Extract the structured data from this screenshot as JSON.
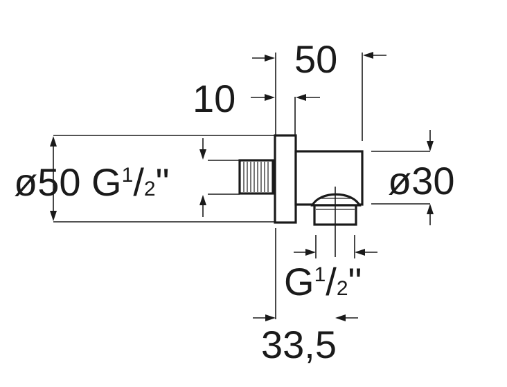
{
  "dimensions": {
    "top_width": "50",
    "flange_thickness": "10",
    "left_diameter_prefix": "ø50 G",
    "left_thread_num": "1",
    "left_thread_rest": "/",
    "left_thread_den": "2",
    "left_thread_quote": "\"",
    "right_diameter": "ø30",
    "outlet_thread_prefix": "G",
    "outlet_thread_num": "1",
    "outlet_thread_rest": "/",
    "outlet_thread_den": "2",
    "outlet_thread_quote": "\"",
    "outlet_offset": "33,5"
  },
  "colors": {
    "ink": "#1a1a1a",
    "background": "#ffffff"
  }
}
